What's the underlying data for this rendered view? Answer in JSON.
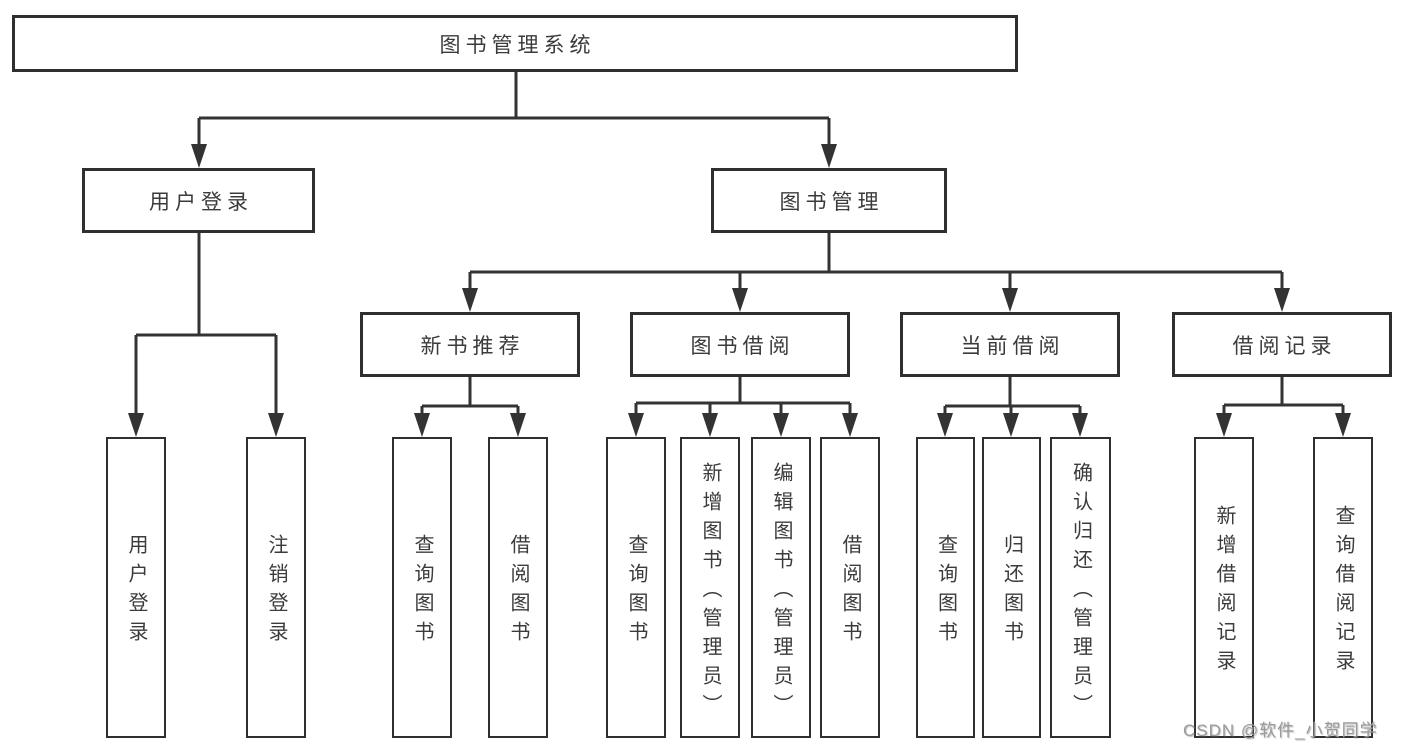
{
  "diagram": {
    "root": {
      "label": "图书管理系统"
    },
    "level2": [
      {
        "label": "用户登录"
      },
      {
        "label": "图书管理"
      }
    ],
    "level3": [
      {
        "label": "新书推荐"
      },
      {
        "label": "图书借阅"
      },
      {
        "label": "当前借阅"
      },
      {
        "label": "借阅记录"
      }
    ],
    "leaves": [
      {
        "label": "用户登录",
        "parent": "用户登录"
      },
      {
        "label": "注销登录",
        "parent": "用户登录"
      },
      {
        "label": "查询图书",
        "parent": "新书推荐"
      },
      {
        "label": "借阅图书",
        "parent": "新书推荐"
      },
      {
        "label": "查询图书",
        "parent": "图书借阅"
      },
      {
        "label": "新增图书（管理员）",
        "parent": "图书借阅"
      },
      {
        "label": "编辑图书（管理员）",
        "parent": "图书借阅"
      },
      {
        "label": "借阅图书",
        "parent": "图书借阅"
      },
      {
        "label": "查询图书",
        "parent": "当前借阅"
      },
      {
        "label": "归还图书",
        "parent": "当前借阅"
      },
      {
        "label": "确认归还（管理员）",
        "parent": "当前借阅"
      },
      {
        "label": "新增借阅记录",
        "parent": "借阅记录"
      },
      {
        "label": "查询借阅记录",
        "parent": "借阅记录"
      }
    ]
  },
  "watermark": {
    "text": "CSDN @软件_小贺同学"
  },
  "colors": {
    "line": "#333333",
    "border": "#2f2f2f",
    "text": "#3b3b3b",
    "bg": "#ffffff",
    "watermark": "#9b9b9b"
  }
}
